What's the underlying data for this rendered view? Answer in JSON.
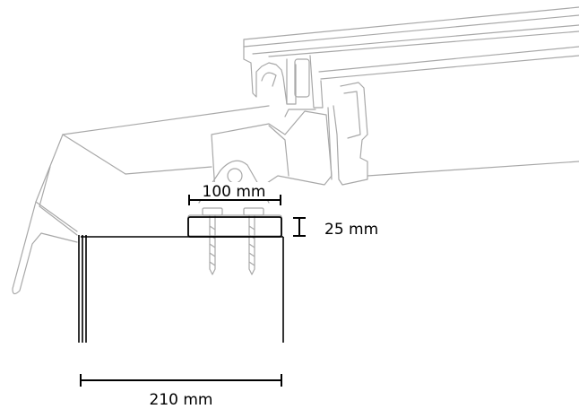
{
  "dimensions": {
    "bracket_width": "100 mm",
    "block_height": "25 mm",
    "beam_width": "210 mm"
  },
  "colors": {
    "sketch_line": "#a8a8a8",
    "dimension_line": "#000000",
    "background": "#ffffff"
  }
}
